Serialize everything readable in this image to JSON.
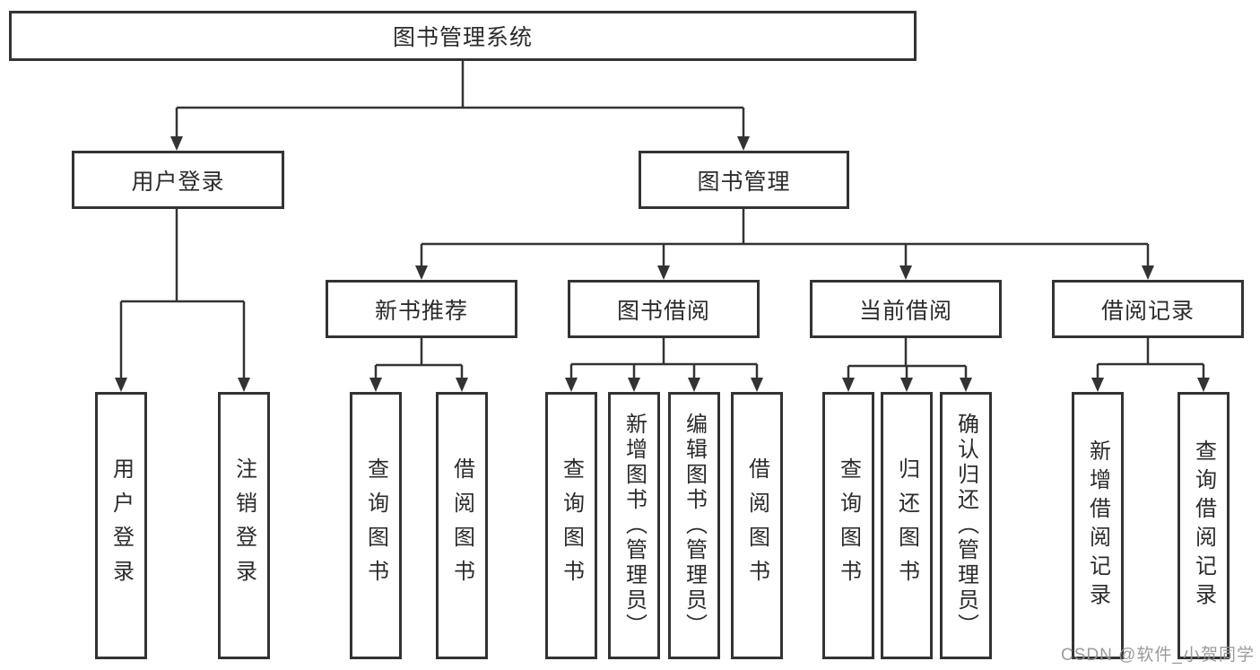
{
  "diagram": {
    "root": {
      "label": "图书管理系统"
    },
    "level2": {
      "user_login": {
        "label": "用户登录"
      },
      "book_mgmt": {
        "label": "图书管理"
      }
    },
    "level3": {
      "new_books": {
        "label": "新书推荐"
      },
      "book_borrow": {
        "label": "图书借阅"
      },
      "current_borrow": {
        "label": "当前借阅"
      },
      "borrow_records": {
        "label": "借阅记录"
      }
    },
    "leaves": [
      {
        "parent": "user_login",
        "label": "用户登录"
      },
      {
        "parent": "user_login",
        "label": "注销登录"
      },
      {
        "parent": "new_books",
        "label": "查询图书"
      },
      {
        "parent": "new_books",
        "label": "借阅图书"
      },
      {
        "parent": "book_borrow",
        "label": "查询图书"
      },
      {
        "parent": "book_borrow",
        "label": "新增图书（管理员）"
      },
      {
        "parent": "book_borrow",
        "label": "编辑图书（管理员）"
      },
      {
        "parent": "book_borrow",
        "label": "借阅图书"
      },
      {
        "parent": "current_borrow",
        "label": "查询图书"
      },
      {
        "parent": "current_borrow",
        "label": "归还图书"
      },
      {
        "parent": "current_borrow",
        "label": "确认归还（管理员）"
      },
      {
        "parent": "borrow_records",
        "label": "新增借阅记录"
      },
      {
        "parent": "borrow_records",
        "label": "查询借阅记录"
      }
    ]
  },
  "watermark": {
    "text": "CSDN @软件_小贺同学"
  },
  "colors": {
    "line": "#333333",
    "text": "#2b2b2b",
    "background": "#ffffff",
    "watermark": "#969696"
  }
}
